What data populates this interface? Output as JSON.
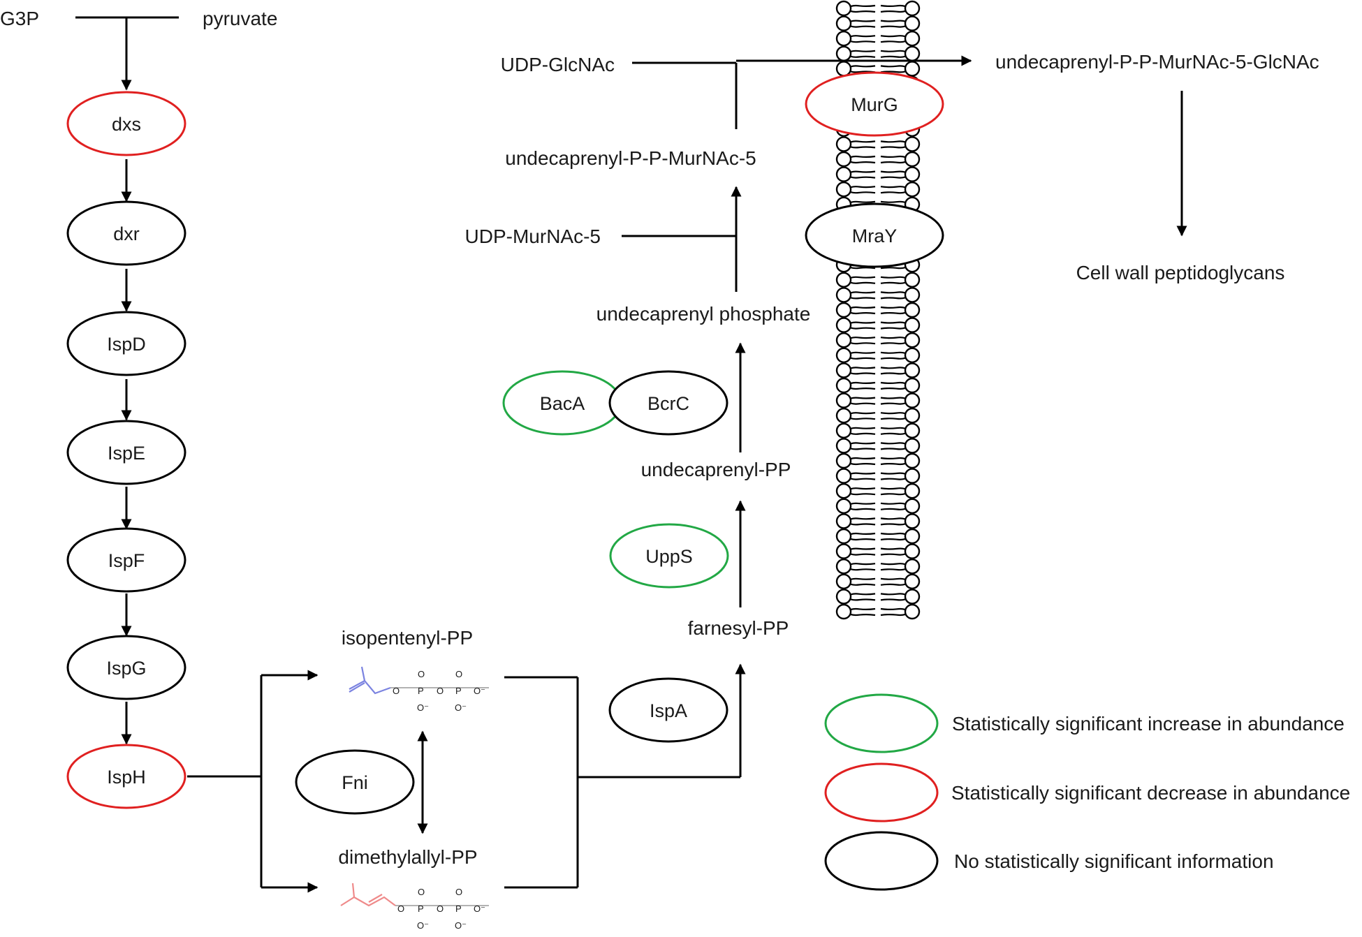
{
  "colors": {
    "increase": "#22a845",
    "decrease": "#e02020",
    "none": "#000000",
    "ipp_structure": "#7b83e0",
    "dmapp_structure": "#ef8a8a"
  },
  "metabolites": {
    "g3p": "G3P",
    "pyruvate": "pyruvate",
    "isopentenyl_pp": "isopentenyl-PP",
    "dimethylallyl_pp": "dimethylallyl-PP",
    "farnesyl_pp": "farnesyl-PP",
    "undecaprenyl_pp": "undecaprenyl-PP",
    "undecaprenyl_phosphate": "undecaprenyl phosphate",
    "udp_murnac5": "UDP-MurNAc-5",
    "undecaprenyl_pp_murnac5": "undecaprenyl-P-P-MurNAc-5",
    "udp_glcnac": "UDP-GlcNAc",
    "undecaprenyl_pp_murnac5_glcnac": "undecaprenyl-P-P-MurNAc-5-GlcNAc",
    "cell_wall": "Cell wall peptidoglycans"
  },
  "enzymes": {
    "dxs": {
      "label": "dxs",
      "status": "decrease"
    },
    "dxr": {
      "label": "dxr",
      "status": "none"
    },
    "ispd": {
      "label": "IspD",
      "status": "none"
    },
    "ispe": {
      "label": "IspE",
      "status": "none"
    },
    "ispf": {
      "label": "IspF",
      "status": "none"
    },
    "ispg": {
      "label": "IspG",
      "status": "none"
    },
    "isph": {
      "label": "IspH",
      "status": "decrease"
    },
    "fni": {
      "label": "Fni",
      "status": "none"
    },
    "ispa": {
      "label": "IspA",
      "status": "none"
    },
    "upps": {
      "label": "UppS",
      "status": "increase"
    },
    "baca": {
      "label": "BacA",
      "status": "increase"
    },
    "bcrc": {
      "label": "BcrC",
      "status": "none"
    },
    "mray": {
      "label": "MraY",
      "status": "none"
    },
    "murg": {
      "label": "MurG",
      "status": "decrease"
    }
  },
  "structure_atoms": {
    "oxygen": "O",
    "phosphorus": "P",
    "oxide_anion": "O⁻"
  },
  "legend": {
    "increase": "Statistically significant increase in abundance",
    "decrease": "Statistically significant decrease in abundance",
    "none": "No statistically significant information"
  }
}
